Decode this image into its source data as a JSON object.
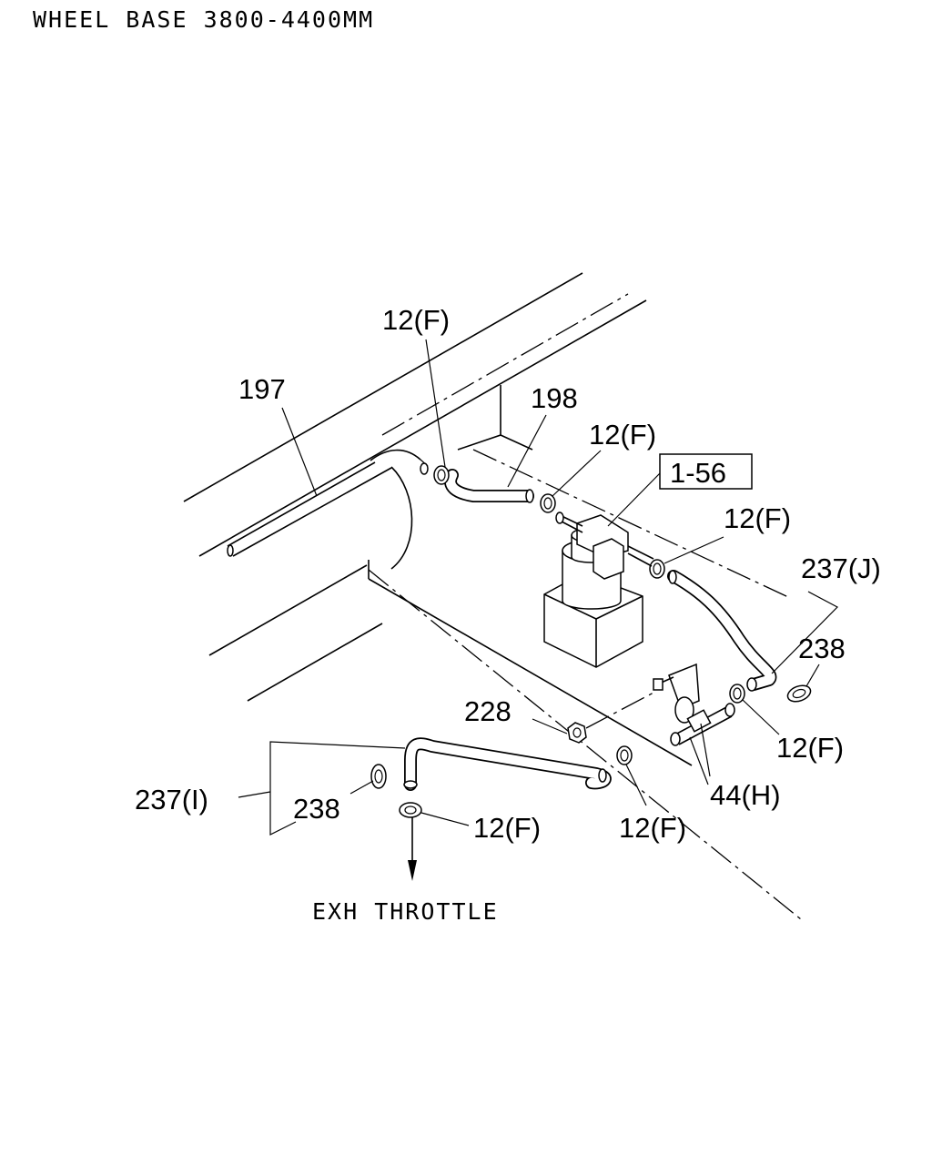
{
  "header": {
    "title": "WHEEL BASE 3800-4400MM"
  },
  "footer": {
    "exh_label": "EXH THROTTLE"
  },
  "callouts": {
    "c197": "197",
    "c198": "198",
    "c12f_top": "12(F)",
    "c12f_mid": "12(F)",
    "c12f_valve": "12(F)",
    "c12f_right": "12(F)",
    "c12f_bottom": "12(F)",
    "c12f_lower": "12(F)",
    "c156": "1-56",
    "c237j": "237(J)",
    "c238_right": "238",
    "c228": "228",
    "c44h": "44(H)",
    "c237i": "237(I)",
    "c238_left": "238"
  }
}
